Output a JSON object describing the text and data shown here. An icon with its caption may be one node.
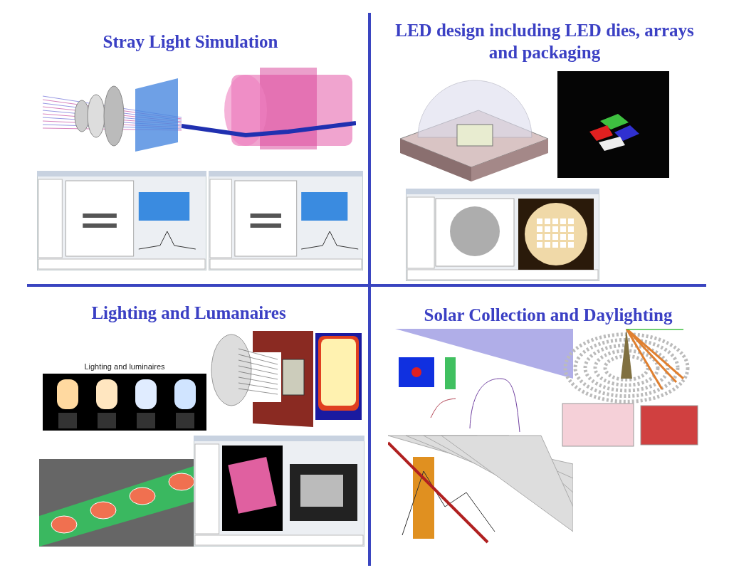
{
  "diagram": {
    "labels": [
      "Stray Light Simulation",
      "LED design including LED dies, arrays and packaging",
      "Lighting and Lumanaires",
      "Solar Collection and Daylighting",
      "Lighting and luminaires"
    ]
  }
}
